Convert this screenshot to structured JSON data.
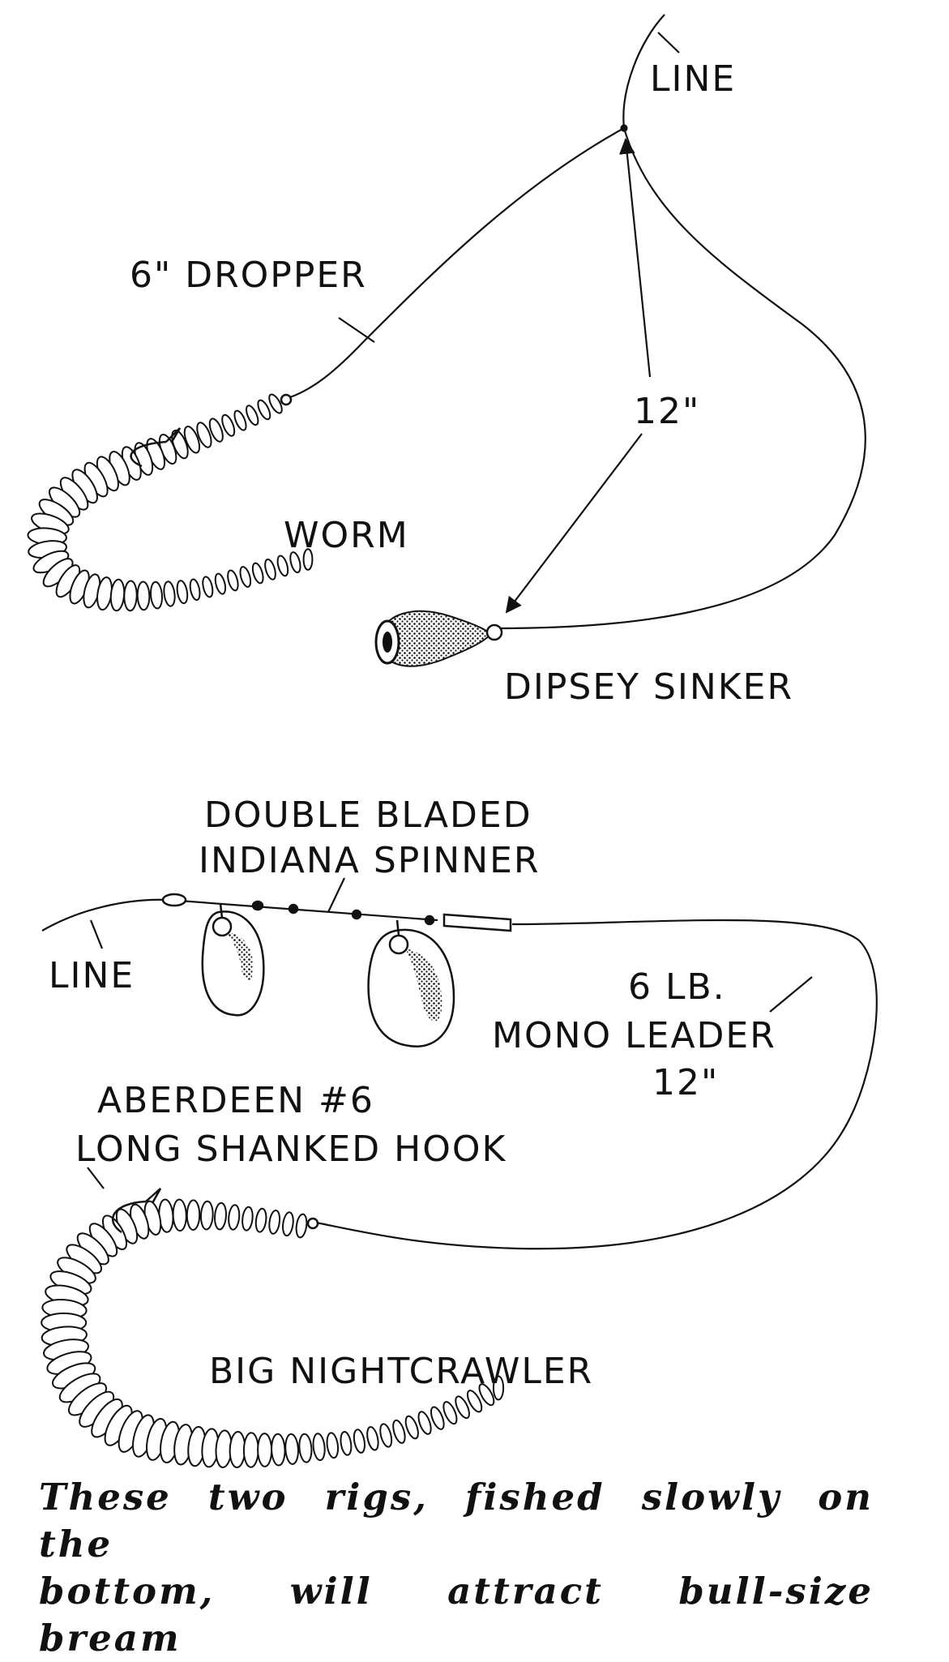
{
  "top_rig": {
    "line_label": "LINE",
    "dropper_label": "6\" DROPPER",
    "distance_label": "12\"",
    "worm_label": "WORM",
    "sinker_label": "DIPSEY SINKER"
  },
  "bottom_rig": {
    "spinner_label_line1": "DOUBLE BLADED",
    "spinner_label_line2": "INDIANA SPINNER",
    "line_label": "LINE",
    "leader_label_line1": "6 LB.",
    "leader_label_line2": "MONO LEADER",
    "leader_label_line3": "12\"",
    "hook_label_line1": "ABERDEEN #6",
    "hook_label_line2": "LONG SHANKED HOOK",
    "bait_label": "BIG NIGHTCRAWLER"
  },
  "caption": {
    "line1": "These two rigs, fished slowly on the",
    "line2": "bottom, will attract bull-size bream"
  }
}
